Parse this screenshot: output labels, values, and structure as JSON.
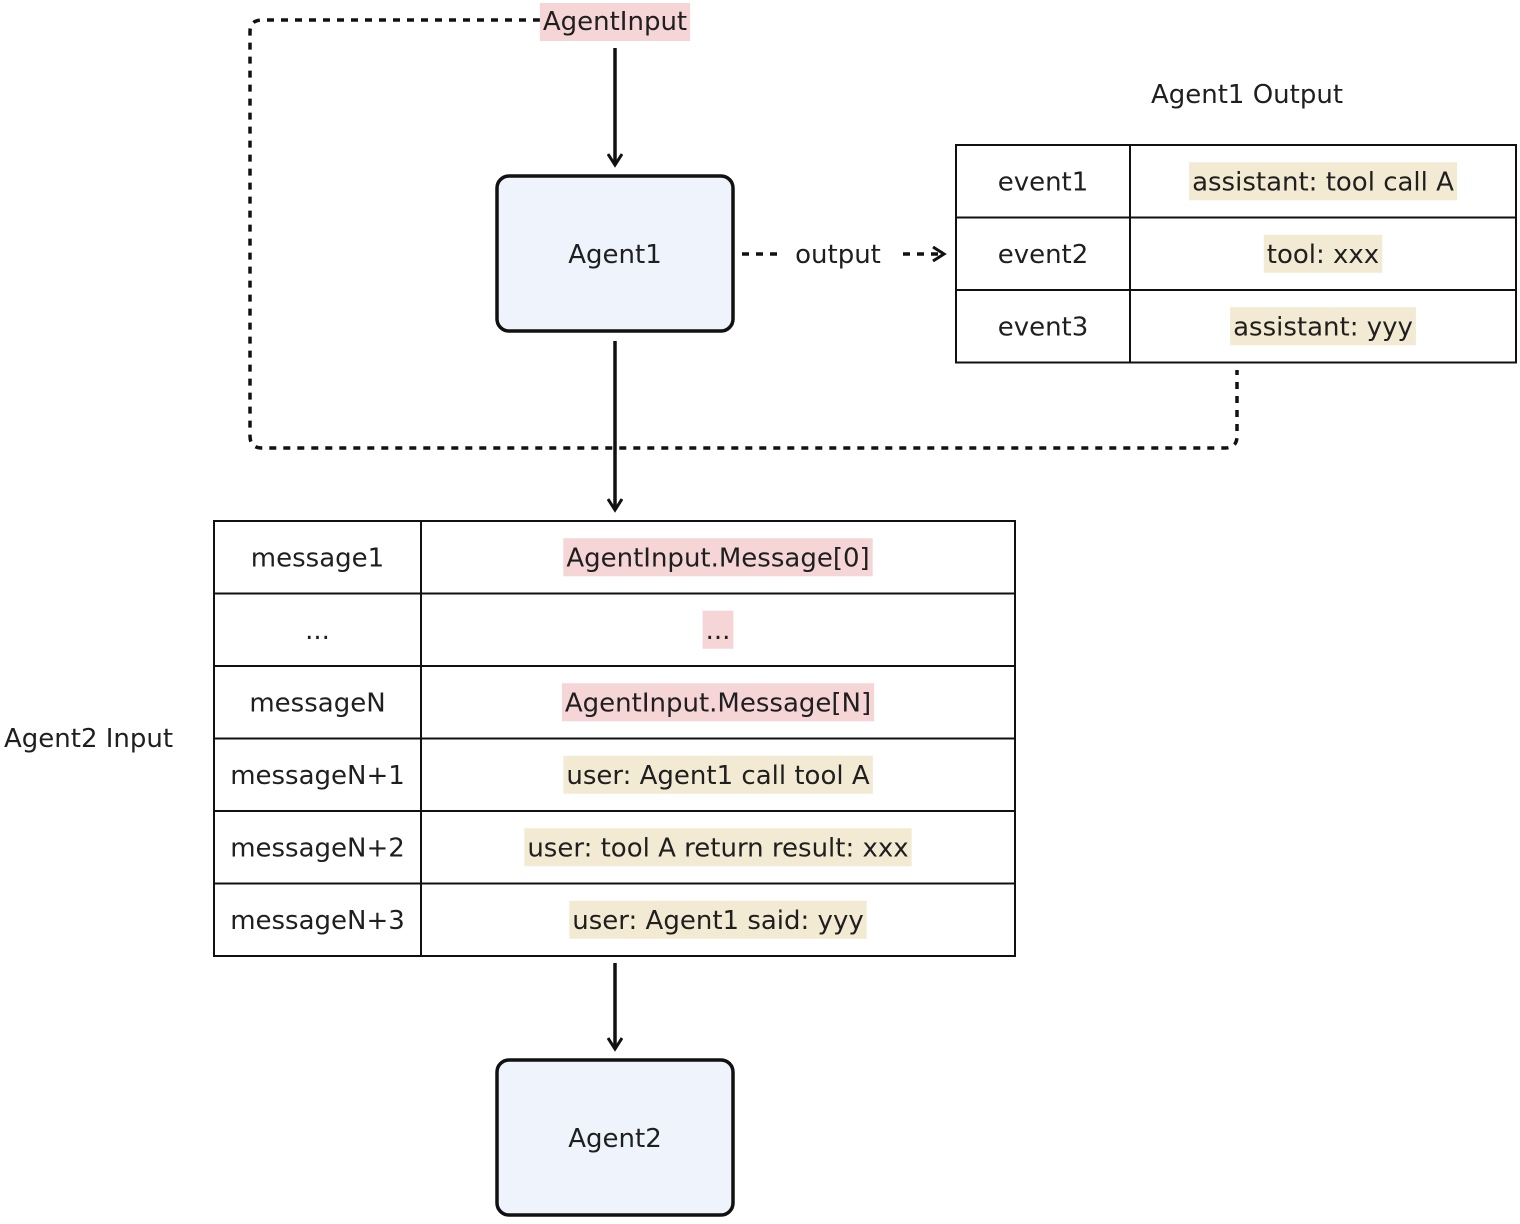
{
  "agent_input_label": "AgentInput",
  "agent1": {
    "label": "Agent1"
  },
  "agent2": {
    "label": "Agent2"
  },
  "output_label": "output",
  "agent1_output": {
    "title": "Agent1 Output",
    "rows": [
      {
        "key": "event1",
        "value": "assistant: tool call A",
        "highlight": "yellow"
      },
      {
        "key": "event2",
        "value": "tool: xxx",
        "highlight": "yellow"
      },
      {
        "key": "event3",
        "value": "assistant: yyy",
        "highlight": "yellow"
      }
    ]
  },
  "agent2_input": {
    "title": "Agent2 Input",
    "rows": [
      {
        "key": "message1",
        "value": "AgentInput.Message[0]",
        "highlight": "pink"
      },
      {
        "key": "...",
        "value": "...",
        "highlight": "pink"
      },
      {
        "key": "messageN",
        "value": "AgentInput.Message[N]",
        "highlight": "pink"
      },
      {
        "key": "messageN+1",
        "value": "user: Agent1 call tool A",
        "highlight": "yellow"
      },
      {
        "key": "messageN+2",
        "value": "user: tool A return result: xxx",
        "highlight": "yellow"
      },
      {
        "key": "messageN+3",
        "value": "user: Agent1 said: yyy",
        "highlight": "yellow"
      }
    ]
  },
  "colors": {
    "pink": "#f5d5d5",
    "yellow": "#f3ead3",
    "agent_fill": "#eef3fc",
    "stroke": "#111111"
  }
}
